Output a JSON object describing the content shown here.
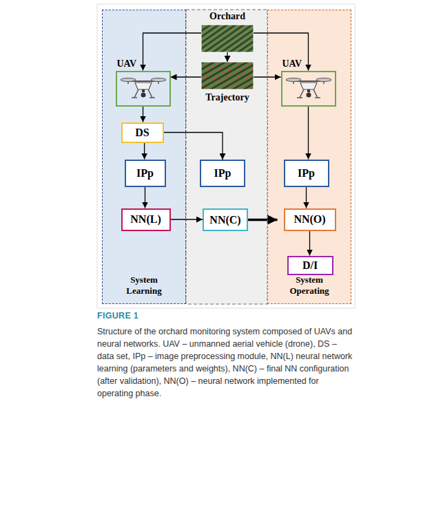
{
  "diagram": {
    "caption": "Structure of the orchard monitoring system composed of UAVs and neural networks. UAV – unmanned aerial vehicle (drone), DS – data set, IPp – image preprocessing module, NN(L) neural network learning (parameters and weights), NN(C) – final NN configuration (after validation), NN(O) – neural network implemented for operating phase.",
    "nodes": [
      {
        "text": [
          "System Learning"
        ]
      },
      {
        "text": [
          "System Operating"
        ]
      },
      {
        "text": [
          "Orchard"
        ]
      },
      {
        "text": [
          "UAV"
        ],
        "in": 0
      },
      {
        "text": [
          "Trajectory"
        ]
      },
      {
        "text": [
          "UAV"
        ],
        "in": 1
      },
      {
        "text": [
          "DS"
        ],
        "in": 0
      },
      {
        "text": [
          "IPp"
        ],
        "in": 0
      },
      {
        "text": [
          "IPp"
        ]
      },
      {
        "text": [
          "IPp"
        ],
        "in": 1
      },
      {
        "text": [
          "NN(L)"
        ],
        "in": 0
      },
      {
        "text": [
          "NN(C)"
        ]
      },
      {
        "text": [
          "NN(O)"
        ],
        "in": 1
      },
      {
        "text": [
          "D/I"
        ],
        "in": 1
      }
    ],
    "edges": [
      {
        "from": 2,
        "to": 3,
        "arrow": "to"
      },
      {
        "from": 2,
        "to": 5,
        "arrow": "to"
      },
      {
        "from": 2,
        "to": 4,
        "arrow": "to"
      },
      {
        "from": 4,
        "to": 3,
        "arrow": "to"
      },
      {
        "from": 4,
        "to": 5,
        "arrow": "to"
      },
      {
        "from": 3,
        "to": 6,
        "arrow": "to"
      },
      {
        "from": 6,
        "to": 7,
        "arrow": "to"
      },
      {
        "from": 6,
        "to": 8,
        "arrow": "to"
      },
      {
        "from": 7,
        "to": 10,
        "arrow": "to"
      },
      {
        "from": 10,
        "to": 11,
        "arrow": "to"
      },
      {
        "from": 11,
        "to": 12,
        "arrow": "to"
      },
      {
        "from": 5,
        "to": 9,
        "arrow": "to"
      },
      {
        "from": 9,
        "to": 12,
        "arrow": "to"
      },
      {
        "from": 12,
        "to": 13,
        "arrow": "to"
      }
    ],
    "labels": [
      "FIGURE 1"
    ]
  }
}
